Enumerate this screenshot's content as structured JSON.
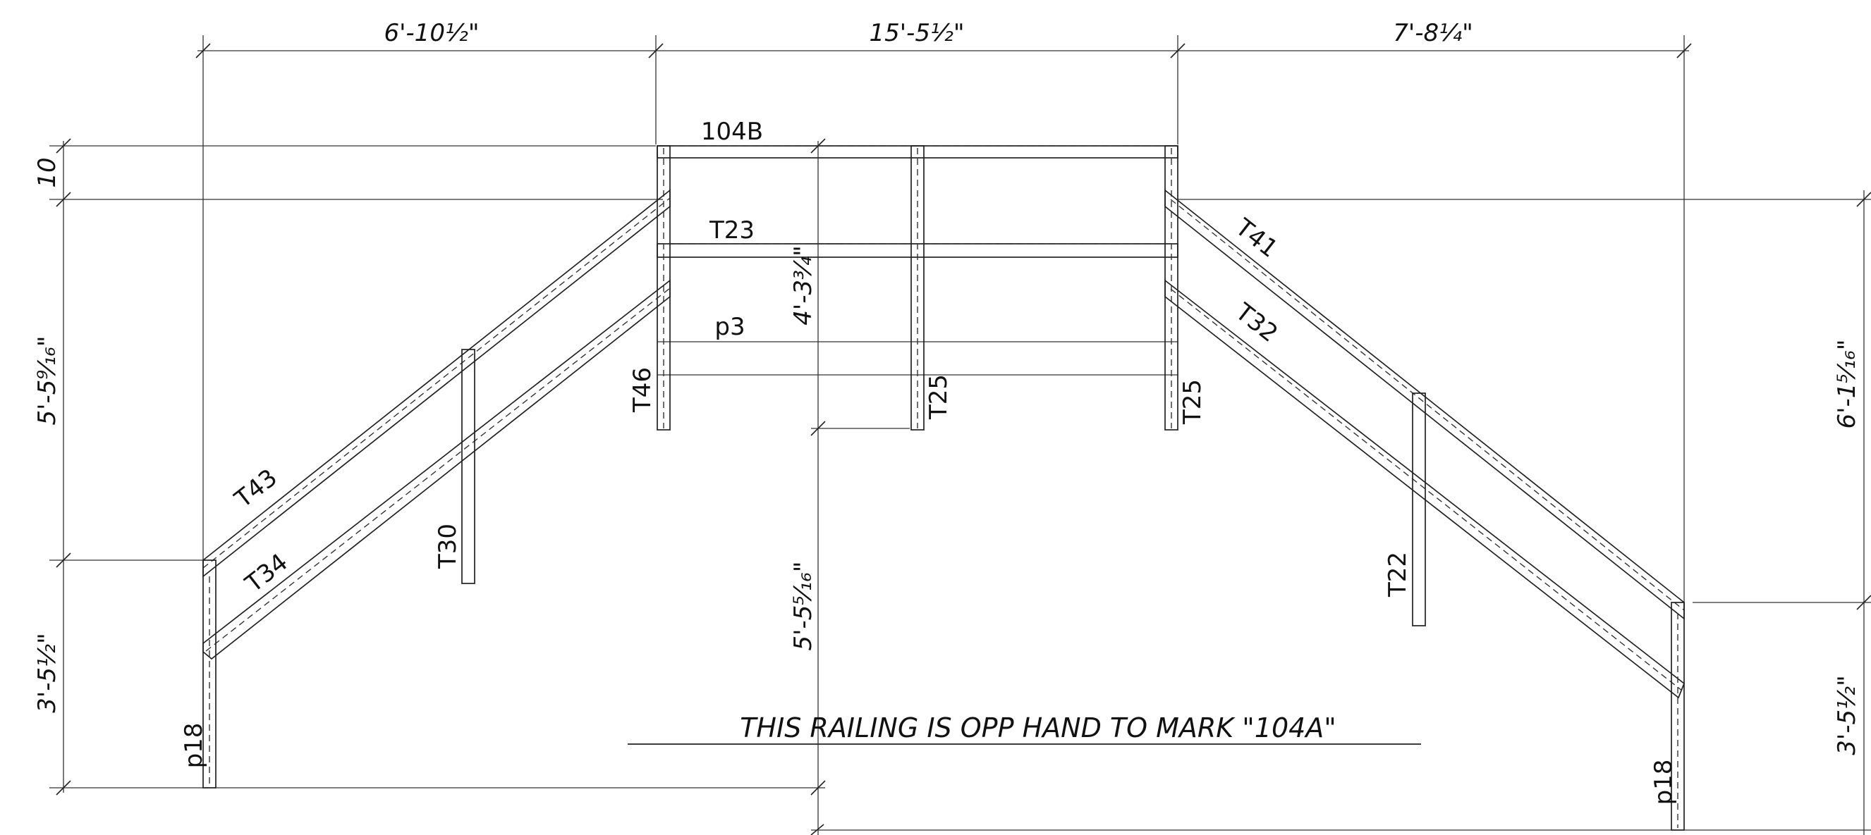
{
  "dimensions": {
    "top_left": "6'-10½\"",
    "top_mid": "15'-5½\"",
    "top_right": "7'-8¼\"",
    "left_top": "10",
    "left_mid": "5'-5⁹⁄₁₆\"",
    "left_bottom": "3'-5½\"",
    "center_upper": "4'-3¾\"",
    "center_lower": "5'-5⁵⁄₁₆\"",
    "right_upper": "6'-1⁵⁄₁₆\"",
    "right_lower": "3'-5½\""
  },
  "labels": {
    "mark": "104B",
    "t23": "T23",
    "p3": "p3",
    "t46": "T46",
    "t25_left": "T25",
    "t25_right": "T25",
    "t43": "T43",
    "t34": "T34",
    "t30": "T30",
    "p18_left": "p18",
    "t41": "T41",
    "t32": "T32",
    "t22": "T22",
    "p18_right": "p18"
  },
  "note": "THIS RAILING  IS OPP HAND TO MARK \"104A\""
}
